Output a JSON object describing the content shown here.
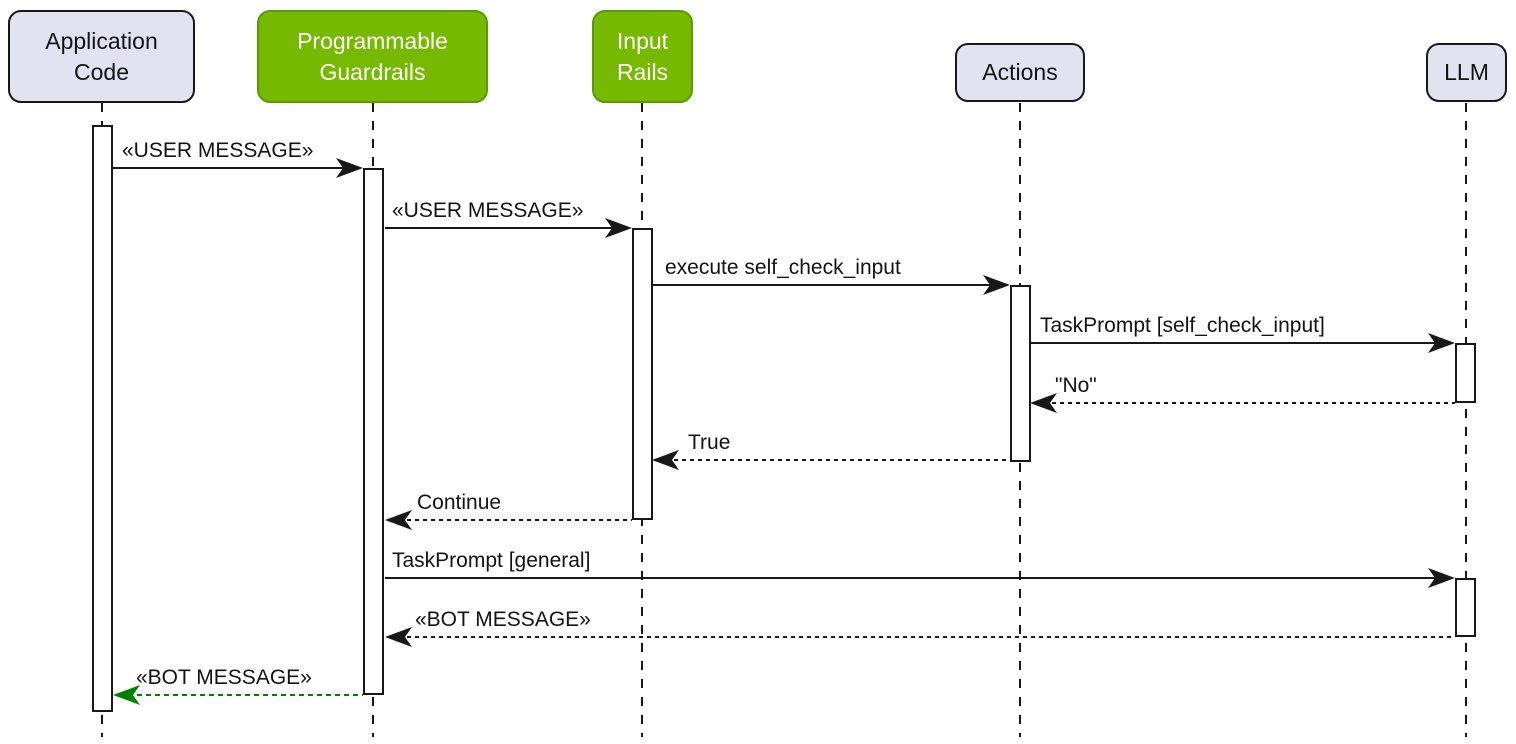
{
  "diagram": {
    "type": "uml-sequence",
    "participants": [
      {
        "id": "application-code",
        "label": "Application Code",
        "style": "neutral"
      },
      {
        "id": "programmable-guardrails",
        "label": "Programmable Guardrails",
        "style": "highlight"
      },
      {
        "id": "input-rails",
        "label": "Input Rails",
        "style": "highlight"
      },
      {
        "id": "actions",
        "label": "Actions",
        "style": "neutral"
      },
      {
        "id": "llm",
        "label": "LLM",
        "style": "neutral"
      }
    ],
    "messages": [
      {
        "from": "application-code",
        "to": "programmable-guardrails",
        "label": "«USER MESSAGE»",
        "line": "solid",
        "color": "dark"
      },
      {
        "from": "programmable-guardrails",
        "to": "input-rails",
        "label": "«USER MESSAGE»",
        "line": "solid",
        "color": "dark"
      },
      {
        "from": "input-rails",
        "to": "actions",
        "label": "execute self_check_input",
        "line": "solid",
        "color": "dark"
      },
      {
        "from": "actions",
        "to": "llm",
        "label": "TaskPrompt [self_check_input]",
        "line": "solid",
        "color": "dark"
      },
      {
        "from": "llm",
        "to": "actions",
        "label": "\"No\"",
        "line": "dashed",
        "color": "dark"
      },
      {
        "from": "actions",
        "to": "input-rails",
        "label": "True",
        "line": "dashed",
        "color": "dark"
      },
      {
        "from": "input-rails",
        "to": "programmable-guardrails",
        "label": "Continue",
        "line": "dashed",
        "color": "dark"
      },
      {
        "from": "programmable-guardrails",
        "to": "llm",
        "label": "TaskPrompt [general]",
        "line": "solid",
        "color": "dark"
      },
      {
        "from": "llm",
        "to": "programmable-guardrails",
        "label": "«BOT MESSAGE»",
        "line": "dashed",
        "color": "dark"
      },
      {
        "from": "programmable-guardrails",
        "to": "application-code",
        "label": "«BOT MESSAGE»",
        "line": "dashed",
        "color": "green"
      }
    ],
    "colors": {
      "participant_fill": "#E2E2F0",
      "participant_border": "#181818",
      "highlight_fill": "#76B900",
      "highlight_border": "#5B9B00",
      "highlight_text": "#FFFFFF",
      "arrow_dark": "#181818",
      "arrow_green": "#008000",
      "background": "#FFFFFF"
    }
  }
}
